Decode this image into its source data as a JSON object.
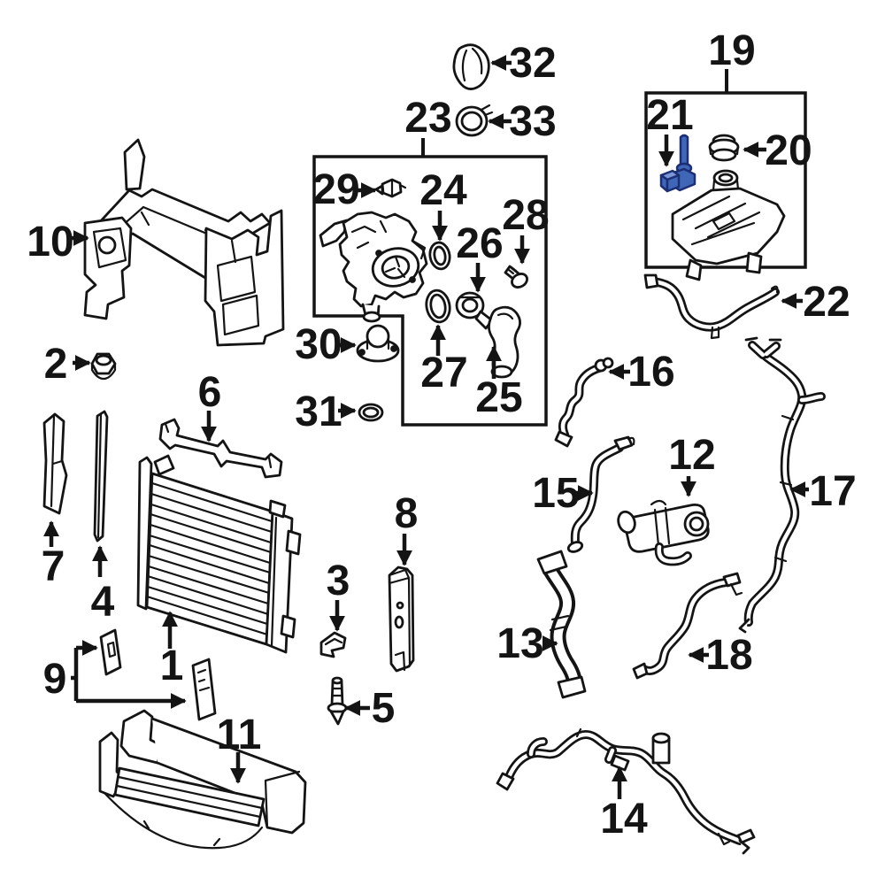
{
  "diagram": {
    "background": "#ffffff",
    "line_color": "#141414",
    "highlight": {
      "part": "21",
      "fill": "#4066b8",
      "fill_light": "#7b97d6",
      "stroke": "#1c2e74"
    },
    "callouts": {
      "c1": {
        "label": "1"
      },
      "c2": {
        "label": "2"
      },
      "c3": {
        "label": "3"
      },
      "c4": {
        "label": "4"
      },
      "c5": {
        "label": "5"
      },
      "c6": {
        "label": "6"
      },
      "c7": {
        "label": "7"
      },
      "c8": {
        "label": "8"
      },
      "c9": {
        "label": "9"
      },
      "c10": {
        "label": "10"
      },
      "c11": {
        "label": "11"
      },
      "c12": {
        "label": "12"
      },
      "c13": {
        "label": "13"
      },
      "c14": {
        "label": "14"
      },
      "c15": {
        "label": "15"
      },
      "c16": {
        "label": "16"
      },
      "c17": {
        "label": "17"
      },
      "c18": {
        "label": "18"
      },
      "c19": {
        "label": "19"
      },
      "c20": {
        "label": "20"
      },
      "c21": {
        "label": "21"
      },
      "c22": {
        "label": "22"
      },
      "c23": {
        "label": "23"
      },
      "c24": {
        "label": "24"
      },
      "c25": {
        "label": "25"
      },
      "c26": {
        "label": "26"
      },
      "c27": {
        "label": "27"
      },
      "c28": {
        "label": "28"
      },
      "c29": {
        "label": "29"
      },
      "c30": {
        "label": "30"
      },
      "c31": {
        "label": "31"
      },
      "c32": {
        "label": "32"
      },
      "c33": {
        "label": "33"
      }
    }
  }
}
